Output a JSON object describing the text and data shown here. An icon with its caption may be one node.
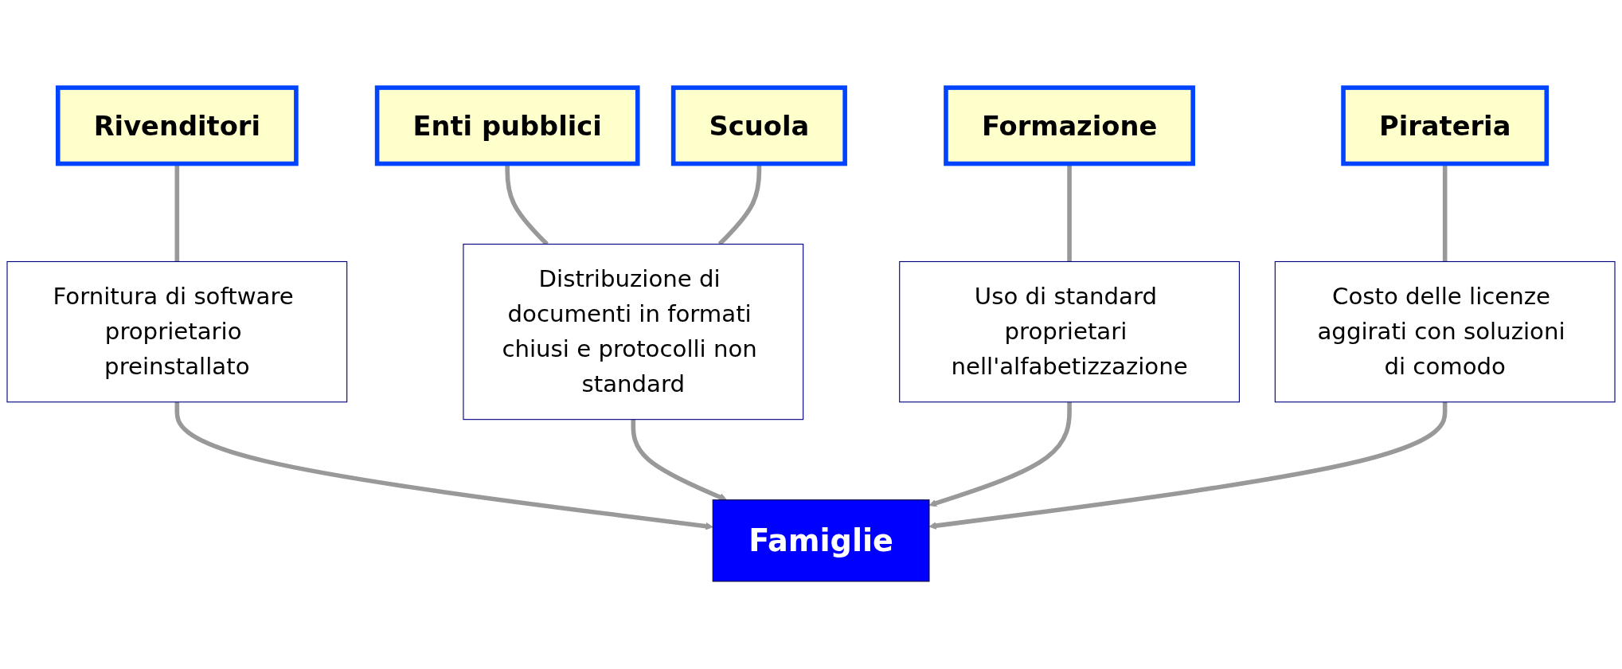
{
  "diagram": {
    "nodes": [
      {
        "text": [
          "Rivenditori"
        ]
      },
      {
        "text": [
          "Enti pubblici"
        ]
      },
      {
        "text": [
          "Scuola"
        ]
      },
      {
        "text": [
          "Formazione"
        ]
      },
      {
        "text": [
          "Pirateria"
        ]
      },
      {
        "text": [
          "Fornitura di software proprietario preinstallato"
        ]
      },
      {
        "text": [
          "Distribuzione di documenti in formati chiusi e protocolli non standard"
        ]
      },
      {
        "text": [
          "Uso di standard proprietari nell'alfabetizzazione"
        ]
      },
      {
        "text": [
          "Costo delle licenze aggirati con soluzioni di comodo"
        ]
      },
      {
        "text": [
          "Famiglie"
        ]
      }
    ],
    "edges": [
      {
        "from": 0,
        "to": 5,
        "arrow": "none"
      },
      {
        "from": 1,
        "to": 6,
        "arrow": "none"
      },
      {
        "from": 2,
        "to": 6,
        "arrow": "none"
      },
      {
        "from": 3,
        "to": 7,
        "arrow": "none"
      },
      {
        "from": 4,
        "to": 8,
        "arrow": "none"
      },
      {
        "from": 5,
        "to": 9,
        "arrow": "to"
      },
      {
        "from": 6,
        "to": 9,
        "arrow": "to"
      },
      {
        "from": 7,
        "to": 9,
        "arrow": "to"
      },
      {
        "from": 8,
        "to": 9,
        "arrow": "to"
      }
    ]
  }
}
